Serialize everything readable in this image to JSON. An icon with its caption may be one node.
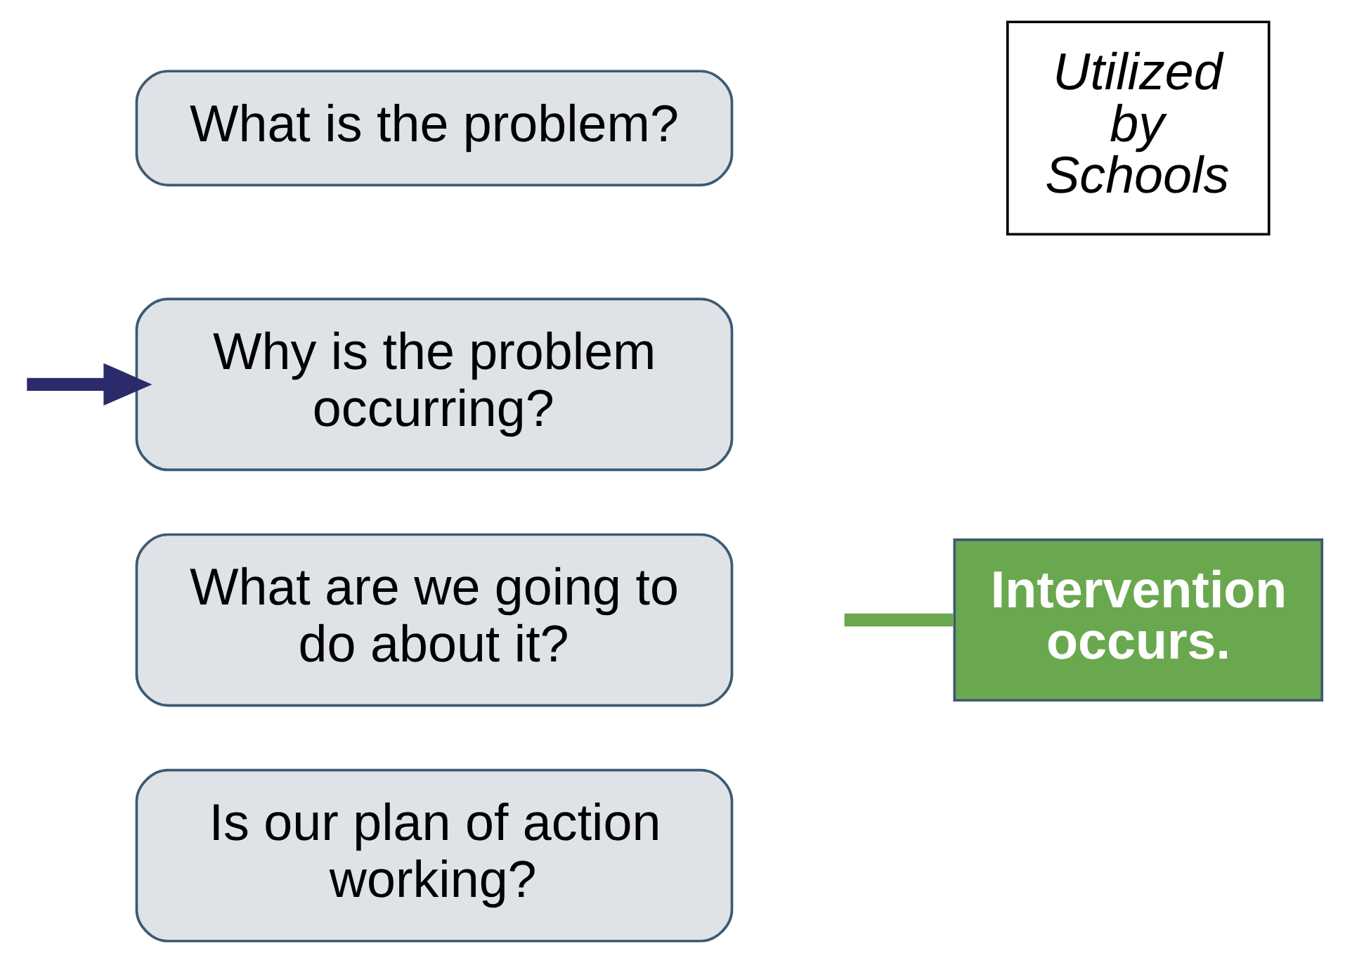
{
  "diagram": {
    "nodes": [
      {
        "text": [
          "What is the problem?"
        ]
      },
      {
        "text": [
          "Why is the problem occurring?"
        ]
      },
      {
        "text": [
          "What are we going to do about it?"
        ]
      },
      {
        "text": [
          "Is our plan of action working?"
        ]
      },
      {
        "text": [
          "Utilized by Schools"
        ]
      },
      {
        "text": [
          "Intervention occurs."
        ]
      }
    ],
    "edges": [
      {
        "from": null,
        "to": 1,
        "arrow": "to",
        "color": "#2b2a6b"
      },
      {
        "from": null,
        "to": 5,
        "arrow": "none",
        "color": "#6aa84f"
      }
    ]
  }
}
